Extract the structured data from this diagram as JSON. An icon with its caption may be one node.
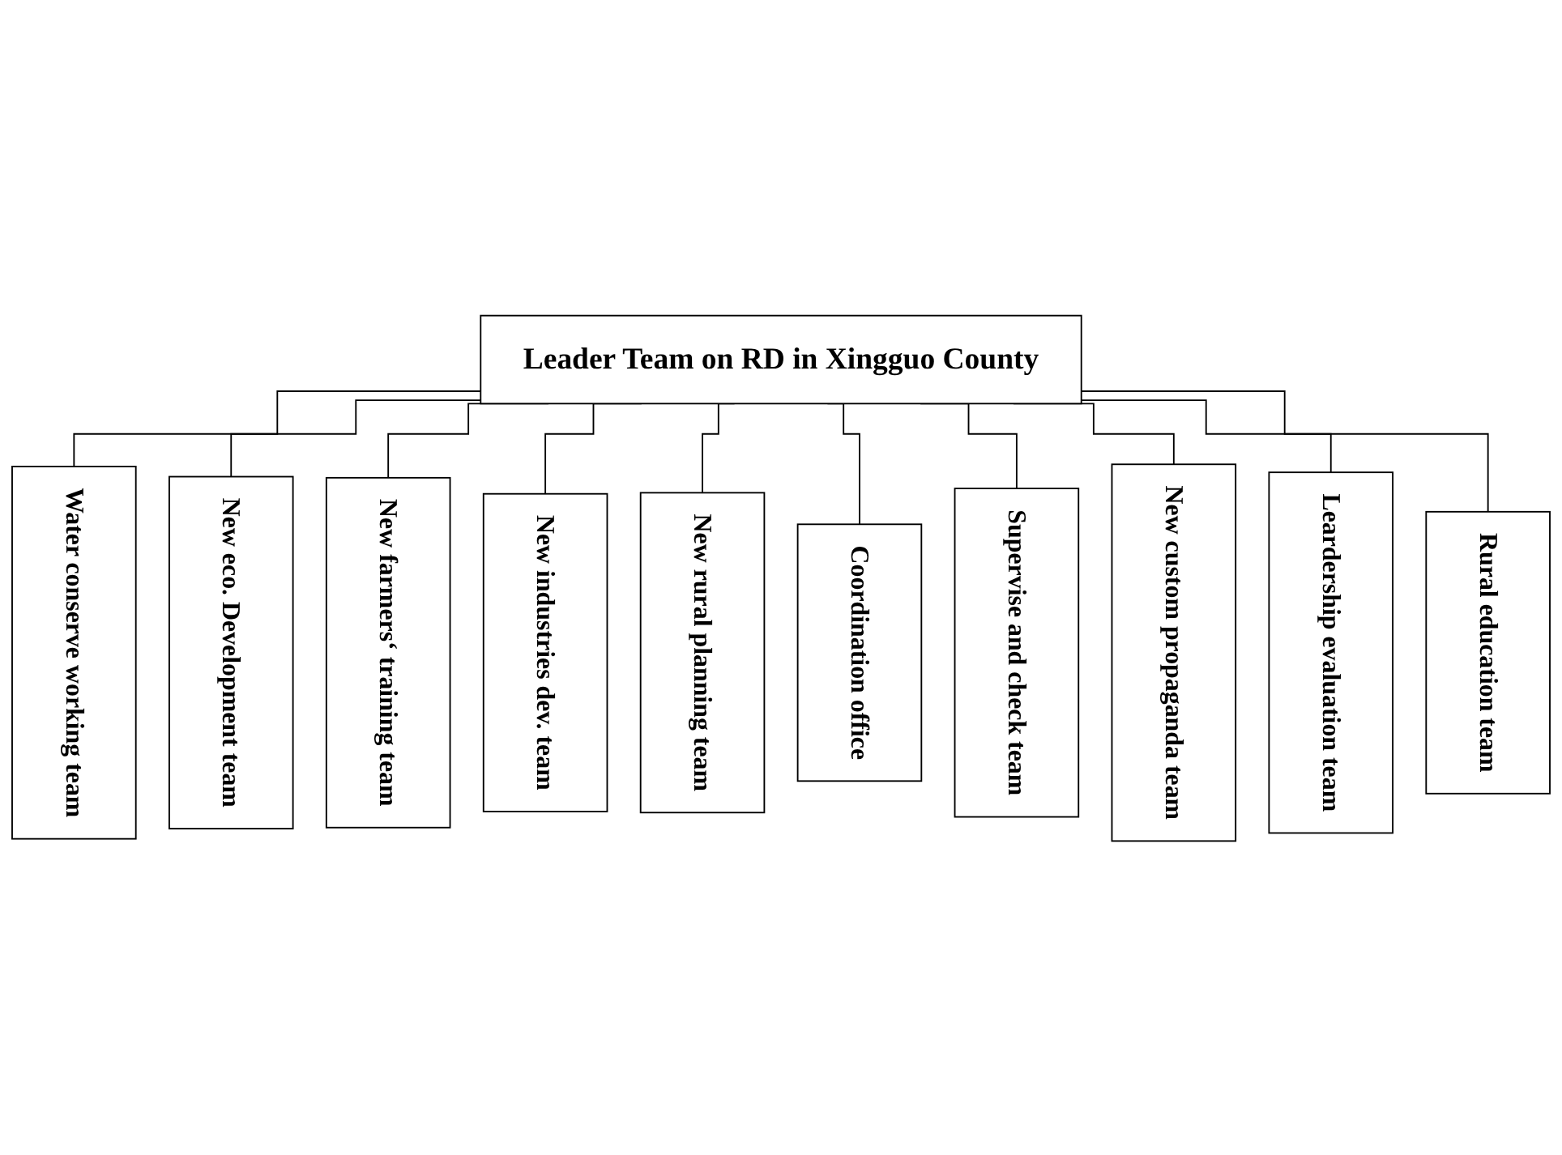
{
  "diagram": {
    "nodes": [
      {
        "text": [
          "Leader Team on RD in Xingguo County"
        ]
      },
      {
        "text": [
          "Water conserve working team"
        ]
      },
      {
        "text": [
          "New eco. Development team"
        ]
      },
      {
        "text": [
          "New farmers‘ training team"
        ]
      },
      {
        "text": [
          "New industries dev. team"
        ]
      },
      {
        "text": [
          "New rural planning team"
        ]
      },
      {
        "text": [
          "Coordination office"
        ]
      },
      {
        "text": [
          "Supervise and check team"
        ]
      },
      {
        "text": [
          "New custom propaganda team"
        ]
      },
      {
        "text": [
          "Leardership evaluation team"
        ]
      },
      {
        "text": [
          "Rural education team"
        ]
      }
    ],
    "edges": [
      {
        "from": 0,
        "to": 1,
        "arrow": "none"
      },
      {
        "from": 0,
        "to": 2,
        "arrow": "none"
      },
      {
        "from": 0,
        "to": 3,
        "arrow": "none"
      },
      {
        "from": 0,
        "to": 4,
        "arrow": "none"
      },
      {
        "from": 0,
        "to": 5,
        "arrow": "none"
      },
      {
        "from": 0,
        "to": 6,
        "arrow": "none"
      },
      {
        "from": 0,
        "to": 7,
        "arrow": "none"
      },
      {
        "from": 0,
        "to": 8,
        "arrow": "none"
      },
      {
        "from": 0,
        "to": 9,
        "arrow": "none"
      },
      {
        "from": 0,
        "to": 10,
        "arrow": "none"
      }
    ]
  }
}
